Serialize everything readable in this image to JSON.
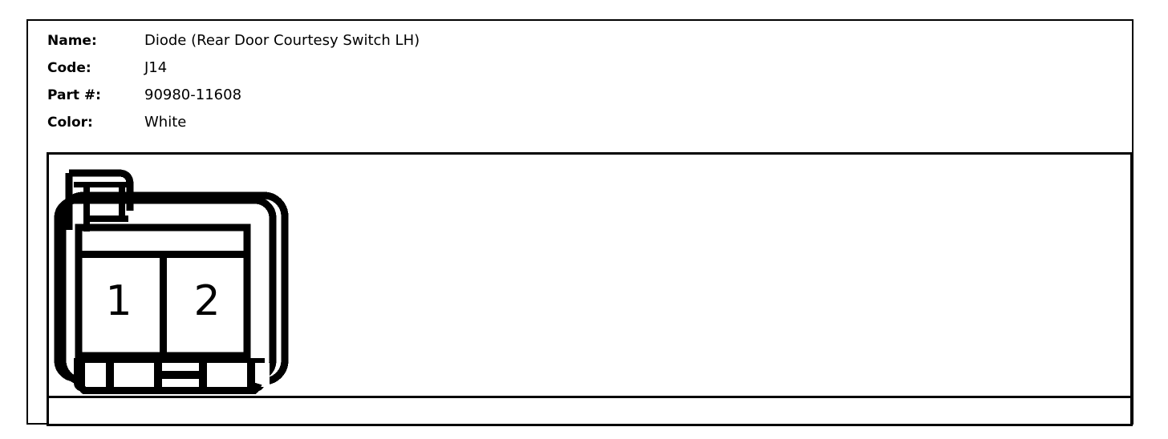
{
  "record": {
    "fields": [
      {
        "label": "Name:",
        "value": "Diode (Rear Door Courtesy Switch LH)"
      },
      {
        "label": "Code:",
        "value": "J14"
      },
      {
        "label": "Part #:",
        "value": "90980-11608"
      },
      {
        "label": "Color:",
        "value": "White"
      }
    ]
  },
  "diagram": {
    "type": "connector-face-view",
    "cavity_count": 2,
    "cavities": [
      {
        "number": "1"
      },
      {
        "number": "2"
      }
    ],
    "caption": "",
    "stroke_color": "#000000",
    "fill_color": "#ffffff"
  }
}
